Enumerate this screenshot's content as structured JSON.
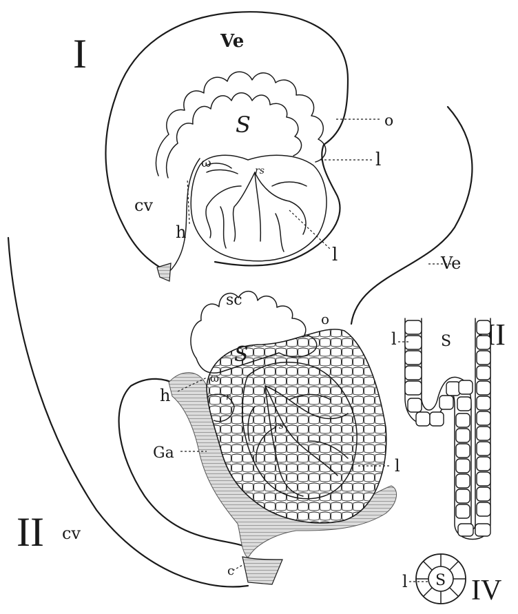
{
  "figure": {
    "background": "#ffffff",
    "ink": "#1a1a1a",
    "panels": {
      "I": {
        "numeral": "I",
        "labels": {
          "ve": "Ve",
          "s": "S",
          "o": "o",
          "l_upper": "l",
          "l_lower": "l",
          "omega": "ω",
          "rs": "rs",
          "cv": "cv",
          "h": "h"
        }
      },
      "II": {
        "numeral": "II",
        "labels": {
          "ve": "Ve",
          "sc": "sc",
          "o": "o",
          "s": "S",
          "omega": "ω",
          "h": "h",
          "rs": "rs",
          "r": "r",
          "ga": "Ga",
          "l": "l",
          "cv": "cv",
          "c": "c"
        }
      },
      "III": {
        "numeral": "III",
        "labels": {
          "l": "l",
          "s": "S"
        }
      },
      "IV": {
        "numeral": "IV",
        "labels": {
          "l": "l",
          "s": "S"
        }
      }
    }
  }
}
